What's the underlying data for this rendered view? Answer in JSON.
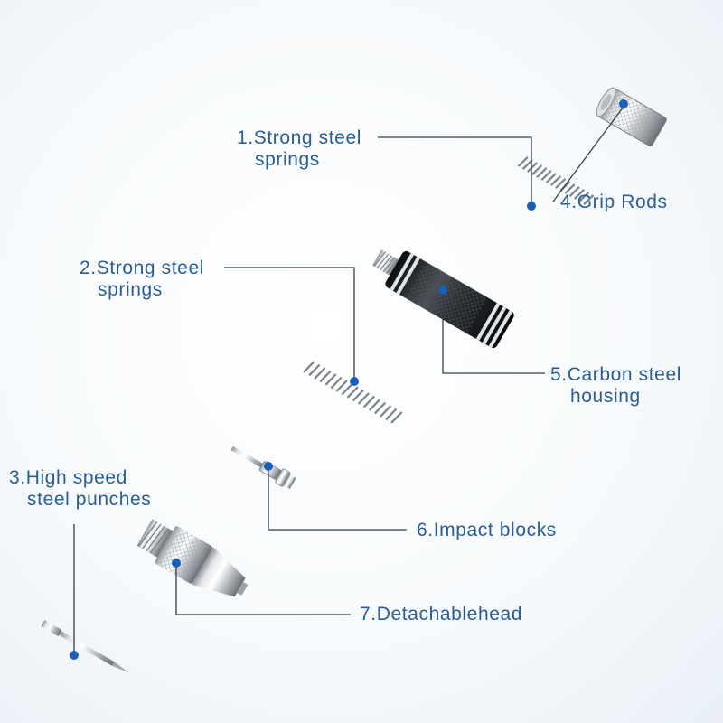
{
  "colors": {
    "label_text": "#2a5d93",
    "leader_line": "#2f3f50",
    "marker_dot": "#1a5fb4",
    "silver_metal": "#c9ccd0",
    "dark_body": "#23262a",
    "spring_wire": "#8c9096"
  },
  "callouts": [
    {
      "number": "1.",
      "lines": [
        "Strong steel",
        "springs"
      ]
    },
    {
      "number": "2.",
      "lines": [
        "Strong steel",
        "springs"
      ]
    },
    {
      "number": "3.",
      "lines": [
        "High speed",
        "steel punches"
      ]
    },
    {
      "number": "4.",
      "lines": [
        "Grip Rods"
      ]
    },
    {
      "number": "5.",
      "lines": [
        "Carbon steel",
        "housing"
      ]
    },
    {
      "number": "6.",
      "lines": [
        "Impact blocks"
      ]
    },
    {
      "number": "7.",
      "lines": [
        "Detachablehead"
      ]
    }
  ]
}
